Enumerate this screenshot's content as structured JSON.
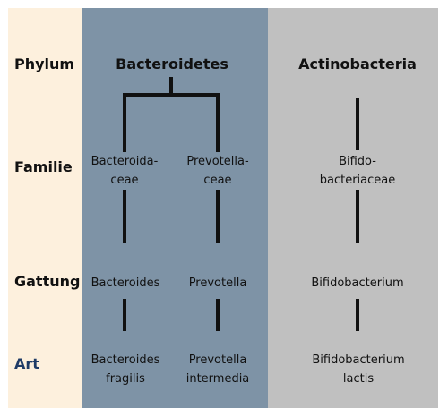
{
  "ranks": {
    "phylum": "Phylum",
    "familie": "Familie",
    "gattung": "Gattung",
    "art": "Art"
  },
  "phyla": {
    "bacteroidetes": "Bacteroidetes",
    "actinobacteria": "Actinobacteria"
  },
  "families": {
    "bacteroidaceae": "Bacteroida-\nceae",
    "prevotellaceae": "Prevotella-\nceae",
    "bifidobacteriaceae": "Bifido-\nbacteriaceae"
  },
  "genera": {
    "bacteroides": "Bacteroides",
    "prevotella": "Prevotella",
    "bifidobacterium": "Bifidobacterium"
  },
  "species": {
    "bacteroides_fragilis": "Bacteroides\nfragilis",
    "prevotella_intermedia": "Prevotella\nintermedia",
    "bifidobacterium_lactis": "Bifidobacterium\nlactis"
  },
  "colors": {
    "label_column": "#fdf0dd",
    "bacteroidetes_column": "#7e93a6",
    "actinobacteria_column": "#c0c0c0",
    "art_label": "#1f3b66"
  }
}
